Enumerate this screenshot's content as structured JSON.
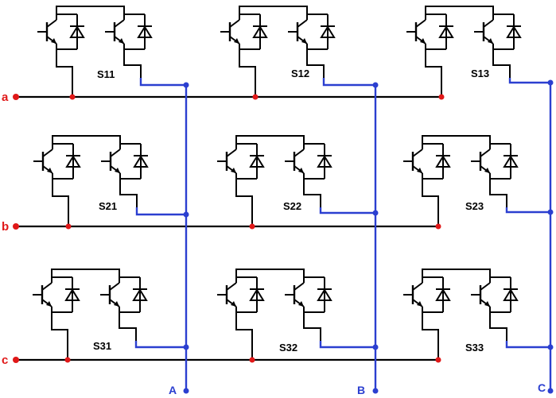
{
  "input_lines": [
    {
      "id": "a",
      "label": "a"
    },
    {
      "id": "b",
      "label": "b"
    },
    {
      "id": "c",
      "label": "c"
    }
  ],
  "output_lines": [
    {
      "id": "A",
      "label": "A"
    },
    {
      "id": "B",
      "label": "B"
    },
    {
      "id": "C",
      "label": "C"
    }
  ],
  "switches": [
    [
      "S11",
      "S12",
      "S13"
    ],
    [
      "S21",
      "S22",
      "S23"
    ],
    [
      "S31",
      "S32",
      "S33"
    ]
  ],
  "colors": {
    "input_dot": "#e01818",
    "input_label": "#e01818",
    "output_wire": "#2b3fd0",
    "output_label": "#2b3fd0",
    "circuit": "#000000"
  }
}
